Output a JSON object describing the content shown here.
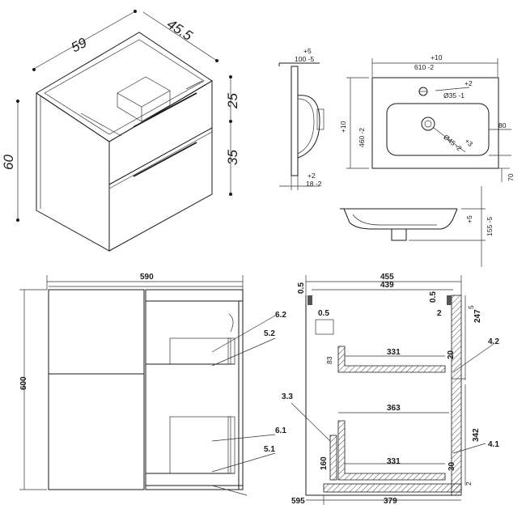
{
  "iso_view": {
    "width": "59",
    "depth": "45.5",
    "height": "60",
    "top_drawer": "25",
    "bottom_drawer": "35"
  },
  "basin_side": {
    "top_tol": "+5",
    "top_dim": "100 -5",
    "bot_tol": "+2",
    "bot_dim": "18 -2"
  },
  "basin_top": {
    "width_tol": "+10",
    "width_dim": "610 -2",
    "depth_tol": "+10",
    "depth_dim": "460 -2",
    "hole_tol": "+2",
    "hole_dim": "Ø35 -1",
    "drain_dim": "Ø45 -2",
    "drain_tol": "+3",
    "side_dim": "80",
    "bottom_dim": "70"
  },
  "basin_front": {
    "tol": "+5",
    "dim": "155 -5"
  },
  "front_section": {
    "width": "590",
    "height": "600",
    "labels": [
      "6.2",
      "5.2",
      "6.1",
      "5.1"
    ]
  },
  "side_section": {
    "depth_total": "455",
    "depth_inner": "439",
    "top_gap": "0.5",
    "gap_a": "0.5",
    "gap_b": "0.5",
    "small_2": "2",
    "small_5": "5",
    "upper_height": "247",
    "upper_drawer_depth": "331",
    "upper_gap": "20",
    "upper_label": "4.2",
    "upper_side": "83",
    "lower_depth": "363",
    "lower_drawer_depth": "331",
    "lower_gap": "30",
    "lower_height": "342",
    "lower_label": "4.1",
    "lower_side": "160",
    "part_33": "3.3",
    "bottom_left": "595",
    "bottom_depth": "379",
    "small_2b": "2"
  }
}
